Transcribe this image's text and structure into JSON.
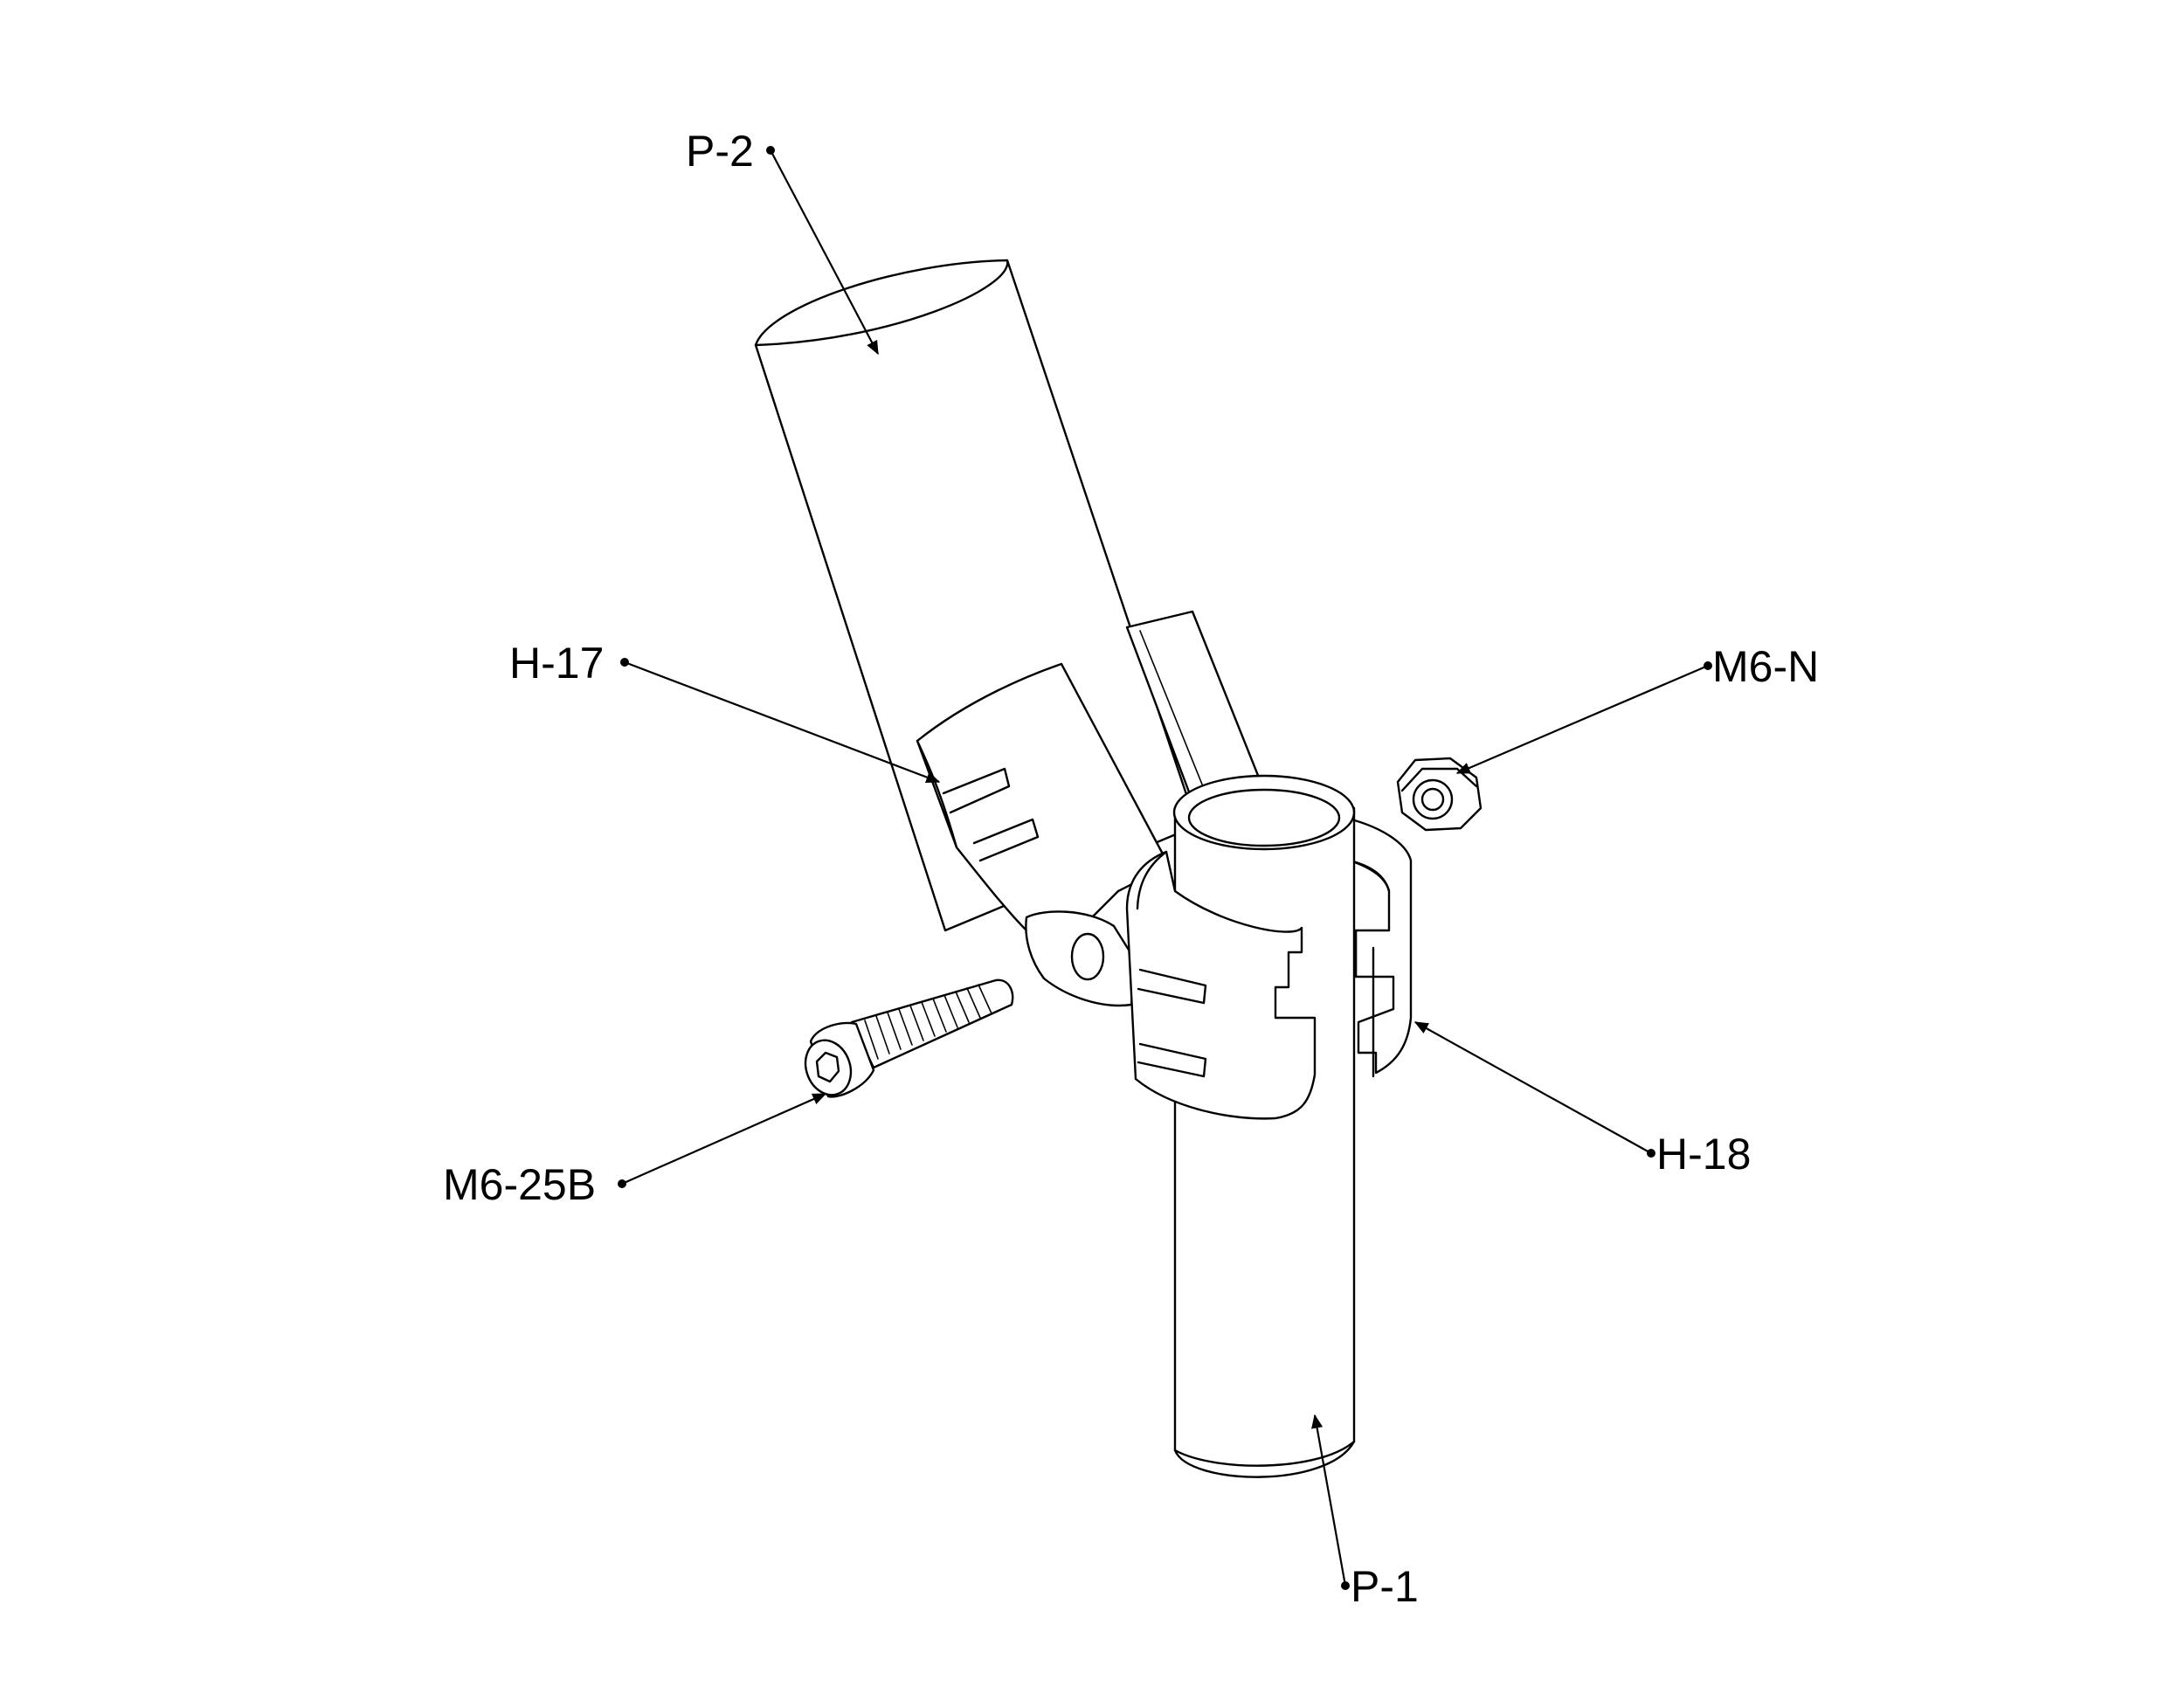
{
  "callouts": {
    "p2": "P-2",
    "h17": "H-17",
    "m6n": "M6-N",
    "h18": "H-18",
    "m625b": "M6-25B",
    "p1": "P-1"
  },
  "colors": {
    "line": "#000000",
    "background": "#ffffff"
  }
}
